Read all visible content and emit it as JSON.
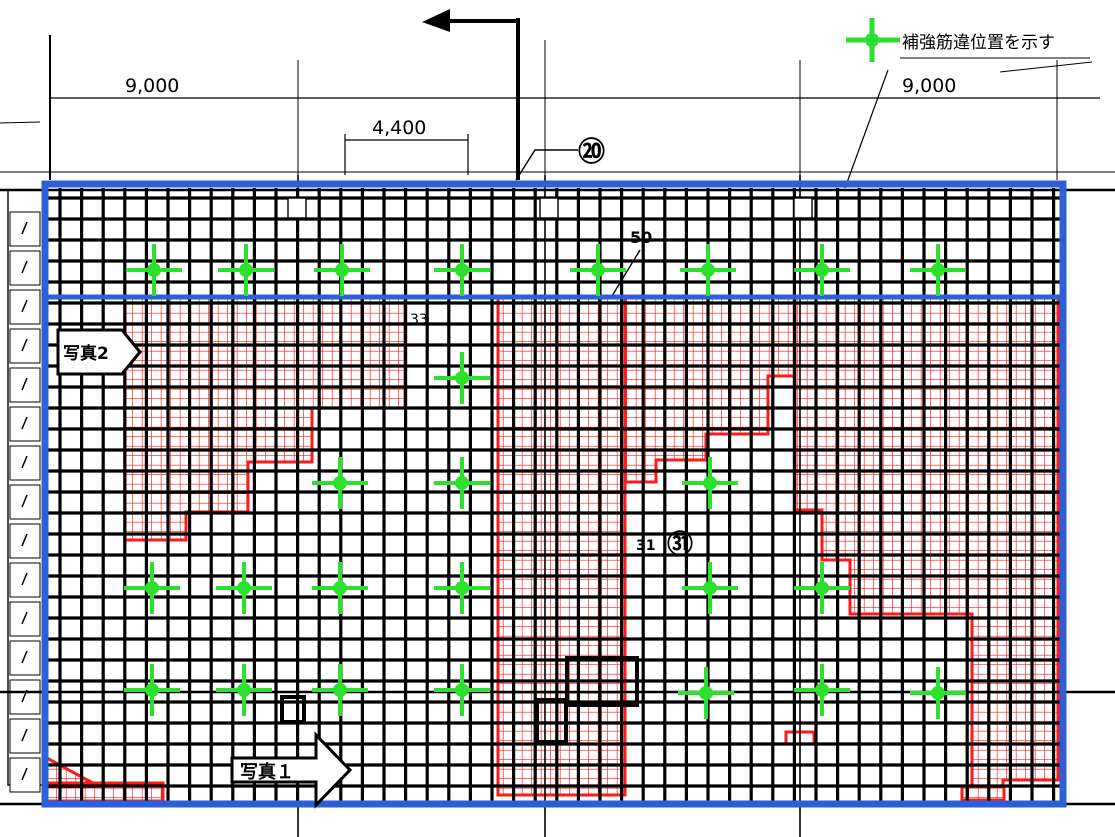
{
  "legend": {
    "text": "補強筋違位置を示す"
  },
  "dimensions": {
    "left": "9,000",
    "center": "4,400",
    "right": "9,000"
  },
  "callouts": {
    "grid_20": "⑳",
    "grid_31": "31",
    "grid_31_circle": "㉛",
    "mark_50": "50",
    "mark_33": "33"
  },
  "photos": {
    "photo1": "写真１",
    "photo2": "写真2"
  },
  "colors": {
    "slab_outline": "#2d5fd6",
    "damage": "#ff1a1a",
    "reinforcement": "#2de02d",
    "grid": "#000000"
  },
  "reinforcement_points": [
    [
      154,
      270
    ],
    [
      246,
      270
    ],
    [
      342,
      270
    ],
    [
      462,
      270
    ],
    [
      598,
      270
    ],
    [
      708,
      270
    ],
    [
      822,
      270
    ],
    [
      938,
      270
    ],
    [
      462,
      378
    ],
    [
      340,
      483
    ],
    [
      462,
      483
    ],
    [
      710,
      483
    ],
    [
      152,
      588
    ],
    [
      244,
      588
    ],
    [
      340,
      588
    ],
    [
      462,
      588
    ],
    [
      710,
      588
    ],
    [
      822,
      588
    ],
    [
      152,
      690
    ],
    [
      244,
      690
    ],
    [
      340,
      690
    ],
    [
      462,
      690
    ],
    [
      706,
      693
    ],
    [
      822,
      690
    ],
    [
      938,
      693
    ]
  ]
}
